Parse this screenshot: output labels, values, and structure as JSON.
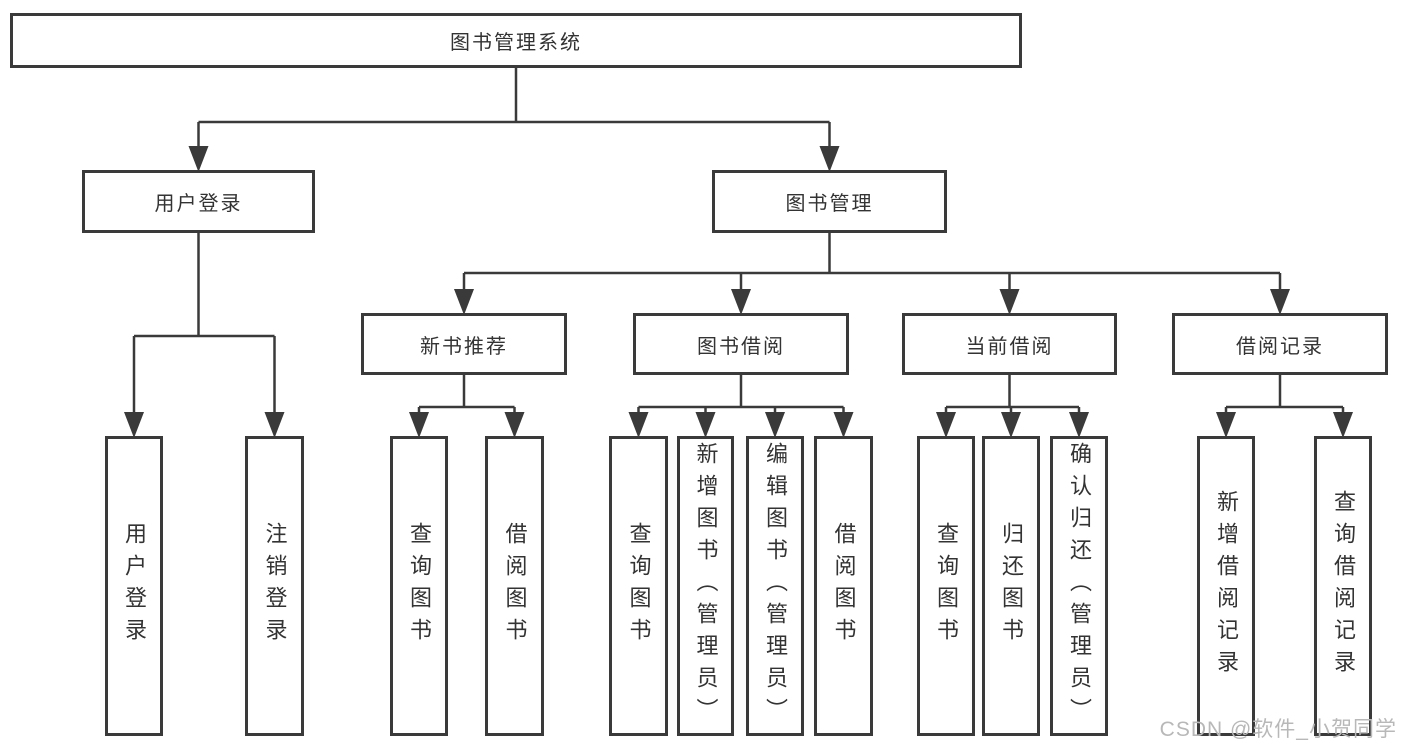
{
  "diagram": {
    "root": "图书管理系统",
    "branches": [
      {
        "label": "用户登录",
        "leaves": [
          "用户登录",
          "注销登录"
        ]
      },
      {
        "label": "图书管理",
        "groups": [
          {
            "label": "新书推荐",
            "leaves": [
              "查询图书",
              "借阅图书"
            ]
          },
          {
            "label": "图书借阅",
            "leaves": [
              "查询图书",
              "新增图书（管理员）",
              "编辑图书（管理员）",
              "借阅图书"
            ]
          },
          {
            "label": "当前借阅",
            "leaves": [
              "查询图书",
              "归还图书",
              "确认归还（管理员）"
            ]
          },
          {
            "label": "借阅记录",
            "leaves": [
              "新增借阅记录",
              "查询借阅记录"
            ]
          }
        ]
      }
    ]
  },
  "watermark": "CSDN @软件_小贺同学",
  "colors": {
    "line": "#3a3a3a",
    "box_bg": "#ffffff",
    "text": "#333333",
    "watermark": "#b8b8b8",
    "background": "#ffffff"
  }
}
